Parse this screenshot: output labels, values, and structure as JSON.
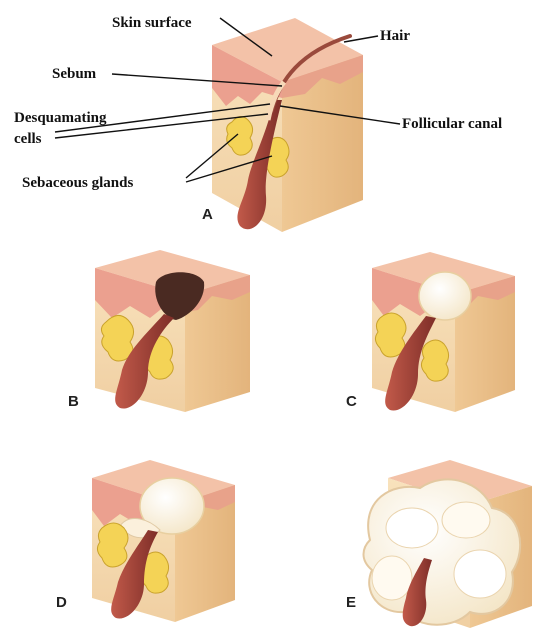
{
  "labels": {
    "skin_surface": "Skin surface",
    "hair": "Hair",
    "sebum": "Sebum",
    "desquamating_1": "Desquamating",
    "desquamating_2": "cells",
    "follicular_canal": "Follicular canal",
    "sebaceous_glands": "Sebaceous glands"
  },
  "panels": {
    "a": "A",
    "b": "B",
    "c": "C",
    "d": "D",
    "e": "E"
  },
  "colors": {
    "skin_front": "#f6dcb0",
    "skin_side": "#edc58d",
    "skin_top": "#f3b7a0",
    "epidermis": "#e9968a",
    "follicle": "#a3443a",
    "gland": "#f2cf4a",
    "plug_dark": "#4a2a22",
    "pus": "#fff6e6"
  }
}
